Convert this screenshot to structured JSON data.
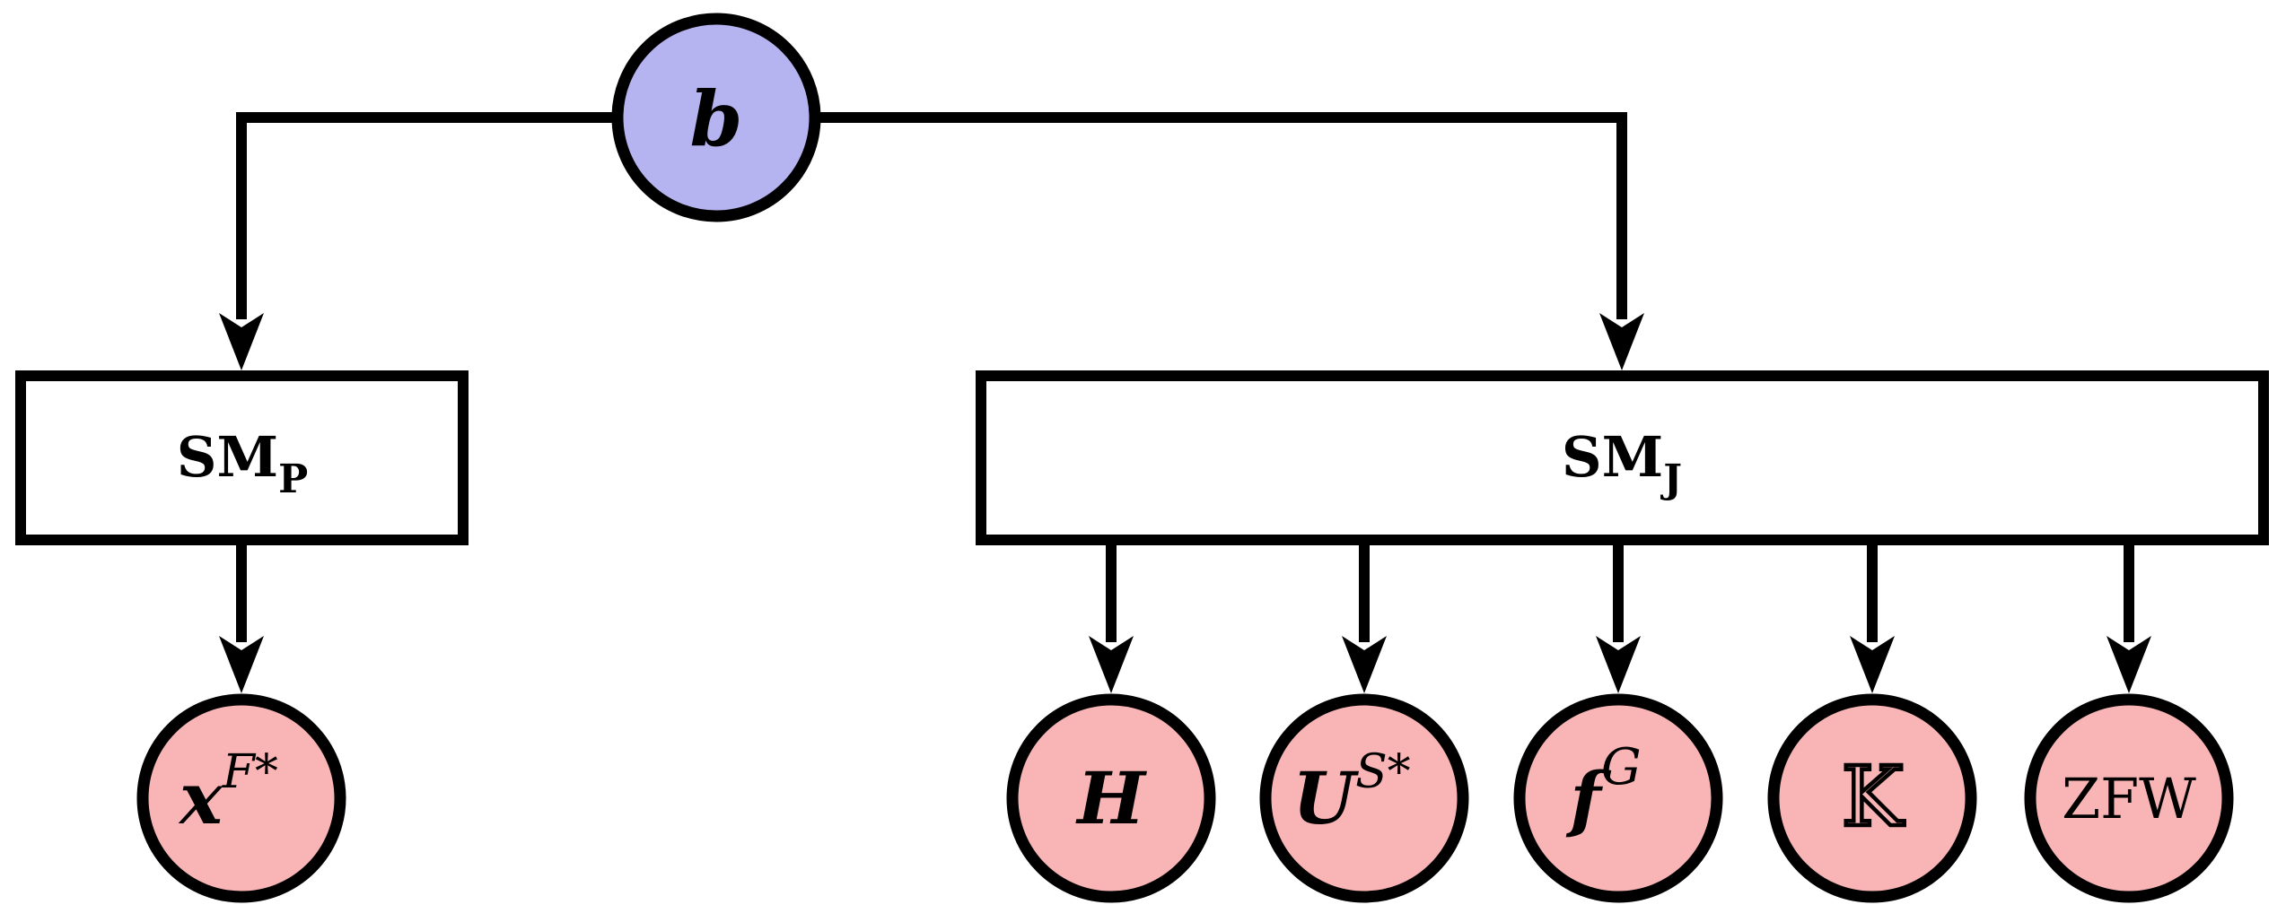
{
  "diagram": {
    "type": "flow-diagram",
    "colors": {
      "background": "#ffffff",
      "line": "#000000",
      "root_fill": "#b5b4f0",
      "module_fill": "#ffffff",
      "output_fill": "#f9b5b5"
    },
    "nodes": {
      "b": {
        "shape": "circle",
        "label": "b"
      },
      "smp": {
        "shape": "rect",
        "label": "SM",
        "subscript": "P"
      },
      "smj": {
        "shape": "rect",
        "label": "SM",
        "subscript": "J"
      },
      "xf": {
        "shape": "circle",
        "label": "x",
        "superscript": "F*"
      },
      "h": {
        "shape": "circle",
        "label": "H"
      },
      "us": {
        "shape": "circle",
        "label": "U",
        "superscript": "S*"
      },
      "fg": {
        "shape": "circle",
        "label": "f",
        "superscript": "G"
      },
      "k": {
        "shape": "circle",
        "label": "K",
        "variant": "double-struck"
      },
      "zfw": {
        "shape": "circle",
        "label": "ZFW"
      }
    },
    "edges": [
      {
        "from": "b",
        "to": "smp"
      },
      {
        "from": "b",
        "to": "smj"
      },
      {
        "from": "smp",
        "to": "xf"
      },
      {
        "from": "smj",
        "to": "h"
      },
      {
        "from": "smj",
        "to": "us"
      },
      {
        "from": "smj",
        "to": "fg"
      },
      {
        "from": "smj",
        "to": "k"
      },
      {
        "from": "smj",
        "to": "zfw"
      }
    ]
  }
}
